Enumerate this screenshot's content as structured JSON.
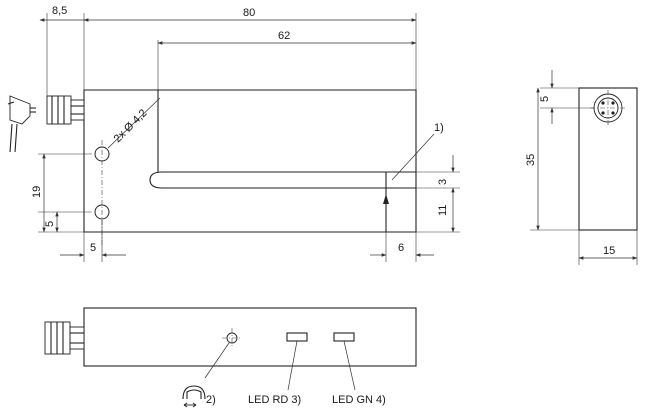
{
  "dimensions": {
    "d_8_5": "8,5",
    "d_80": "80",
    "d_62": "62",
    "d_19": "19",
    "d_5_left": "5",
    "d_5_bottom": "5",
    "d_3": "3",
    "d_11": "11",
    "d_6": "6",
    "d_35": "35",
    "d_5_side": "5",
    "d_15": "15",
    "hole_callout": "2x Ø 4,2"
  },
  "callouts": {
    "note_1": "1)",
    "note_2": "2)",
    "led_rd": "LED RD 3)",
    "led_gn": "LED GN 4)"
  }
}
